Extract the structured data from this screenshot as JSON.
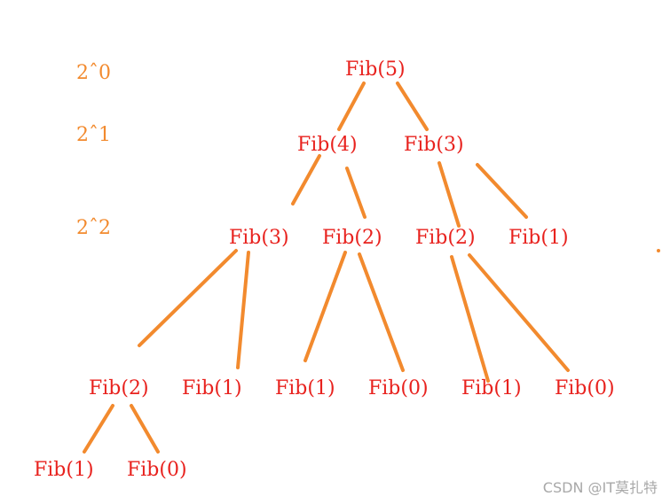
{
  "colors": {
    "node_text": "#e8221e",
    "edge": "#f28a2e",
    "level_text": "#f28a2e",
    "watermark": "#a8a8a8"
  },
  "level_labels": [
    "2ˆ0",
    "2ˆ1",
    "2ˆ2"
  ],
  "nodes": [
    {
      "id": "n1",
      "label": "Fib(5)"
    },
    {
      "id": "n2",
      "label": "Fib(4)"
    },
    {
      "id": "n3",
      "label": "Fib(3)"
    },
    {
      "id": "n4",
      "label": "Fib(3)"
    },
    {
      "id": "n5",
      "label": "Fib(2)"
    },
    {
      "id": "n6",
      "label": "Fib(2)"
    },
    {
      "id": "n7",
      "label": "Fib(1)"
    },
    {
      "id": "n8",
      "label": "Fib(2)"
    },
    {
      "id": "n9",
      "label": "Fib(1)"
    },
    {
      "id": "n10",
      "label": "Fib(1)"
    },
    {
      "id": "n11",
      "label": "Fib(0)"
    },
    {
      "id": "n12",
      "label": "Fib(1)"
    },
    {
      "id": "n13",
      "label": "Fib(0)"
    },
    {
      "id": "n14",
      "label": "Fib(1)"
    },
    {
      "id": "n15",
      "label": "Fib(0)"
    }
  ],
  "edges": [
    {
      "from": "n1",
      "to": "n2"
    },
    {
      "from": "n1",
      "to": "n3"
    },
    {
      "from": "n2",
      "to": "n4"
    },
    {
      "from": "n2",
      "to": "n5"
    },
    {
      "from": "n3",
      "to": "n6"
    },
    {
      "from": "n3",
      "to": "n7"
    },
    {
      "from": "n4",
      "to": "n8"
    },
    {
      "from": "n4",
      "to": "n9"
    },
    {
      "from": "n5",
      "to": "n10"
    },
    {
      "from": "n5",
      "to": "n11"
    },
    {
      "from": "n6",
      "to": "n12"
    },
    {
      "from": "n6",
      "to": "n13"
    },
    {
      "from": "n8",
      "to": "n14"
    },
    {
      "from": "n8",
      "to": "n15"
    }
  ],
  "watermark": "CSDN @IT莫扎特"
}
